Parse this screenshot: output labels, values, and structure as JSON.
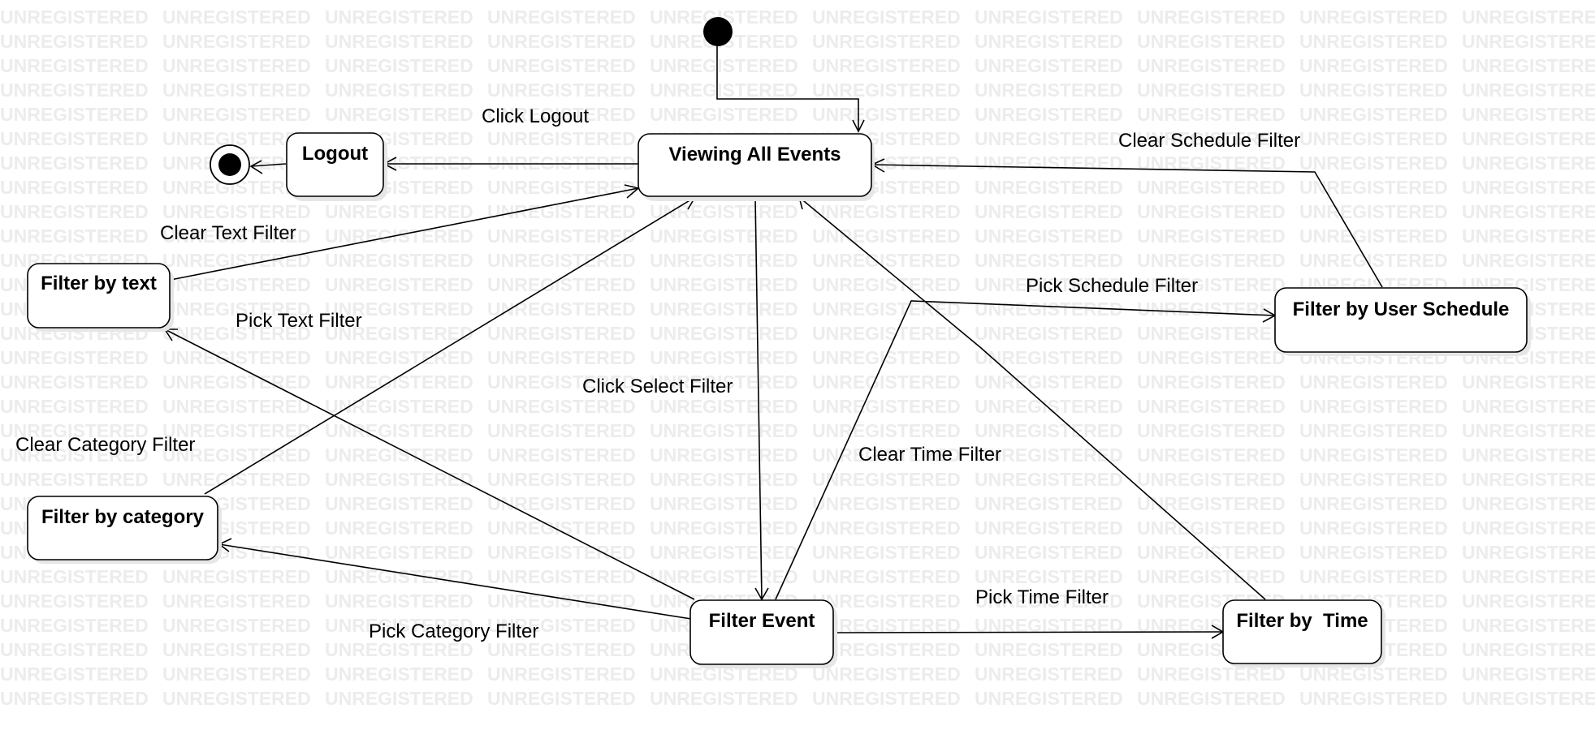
{
  "watermark": "UNREGISTERED",
  "colors": {
    "line": "#000000",
    "state_fill": "#ffffff",
    "watermark": "#ececec",
    "shadow": "#e6e6e6"
  },
  "states": {
    "viewing": "Viewing All Events",
    "logout": "Logout",
    "text": "Filter by text",
    "category": "Filter by category",
    "event": "Filter Event",
    "time": "Filter by  Time",
    "schedule": "Filter by User Schedule"
  },
  "transitions": {
    "click_logout": "Click Logout",
    "clear_schedule": "Clear Schedule Filter",
    "clear_text": "Clear Text Filter",
    "pick_schedule": "Pick Schedule Filter",
    "pick_text": "Pick Text Filter",
    "click_select": "Click Select Filter",
    "clear_category": "Clear Category Filter",
    "clear_time": "Clear Time Filter",
    "pick_time": "Pick Time Filter",
    "pick_category": "Pick Category Filter"
  }
}
